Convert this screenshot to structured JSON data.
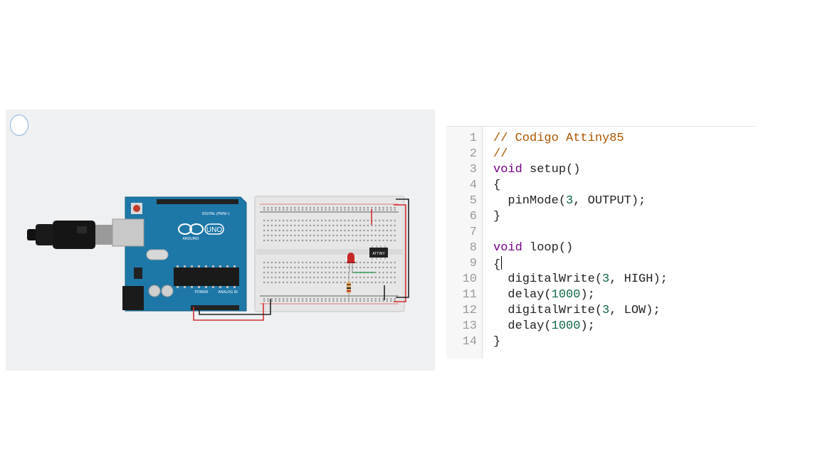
{
  "circuit": {
    "board": {
      "logo": "UNO",
      "brand": "ARDUINO",
      "digital_header": "DIGITAL (PWM~)",
      "power_header": "POWER",
      "analog_header": "ANALOG IN"
    },
    "chip_label": "ATTINY"
  },
  "editor": {
    "lines": [
      {
        "num": "1",
        "parts": [
          {
            "t": "// Codigo Attiny85",
            "c": "cm"
          }
        ]
      },
      {
        "num": "2",
        "parts": [
          {
            "t": "//",
            "c": "cm"
          }
        ]
      },
      {
        "num": "3",
        "parts": [
          {
            "t": "void",
            "c": "kw"
          },
          {
            "t": " setup()",
            "c": "txt"
          }
        ]
      },
      {
        "num": "4",
        "parts": [
          {
            "t": "{",
            "c": "txt"
          }
        ]
      },
      {
        "num": "5",
        "parts": [
          {
            "t": "  pinMode(",
            "c": "txt"
          },
          {
            "t": "3",
            "c": "num"
          },
          {
            "t": ", OUTPUT);",
            "c": "txt"
          }
        ]
      },
      {
        "num": "6",
        "parts": [
          {
            "t": "}",
            "c": "txt"
          }
        ]
      },
      {
        "num": "7",
        "parts": []
      },
      {
        "num": "8",
        "parts": [
          {
            "t": "void",
            "c": "kw"
          },
          {
            "t": " loop()",
            "c": "txt"
          }
        ]
      },
      {
        "num": "9",
        "parts": [
          {
            "t": "{",
            "c": "txt"
          }
        ],
        "cursor": true
      },
      {
        "num": "10",
        "parts": [
          {
            "t": "  digitalWrite(",
            "c": "txt"
          },
          {
            "t": "3",
            "c": "num"
          },
          {
            "t": ", HIGH);",
            "c": "txt"
          }
        ]
      },
      {
        "num": "11",
        "parts": [
          {
            "t": "  delay(",
            "c": "txt"
          },
          {
            "t": "1000",
            "c": "num"
          },
          {
            "t": ");",
            "c": "txt"
          }
        ]
      },
      {
        "num": "12",
        "parts": [
          {
            "t": "  digitalWrite(",
            "c": "txt"
          },
          {
            "t": "3",
            "c": "num"
          },
          {
            "t": ", LOW);",
            "c": "txt"
          }
        ]
      },
      {
        "num": "13",
        "parts": [
          {
            "t": "  delay(",
            "c": "txt"
          },
          {
            "t": "1000",
            "c": "num"
          },
          {
            "t": ");",
            "c": "txt"
          }
        ]
      },
      {
        "num": "14",
        "parts": [
          {
            "t": "}",
            "c": "txt"
          }
        ]
      }
    ]
  }
}
